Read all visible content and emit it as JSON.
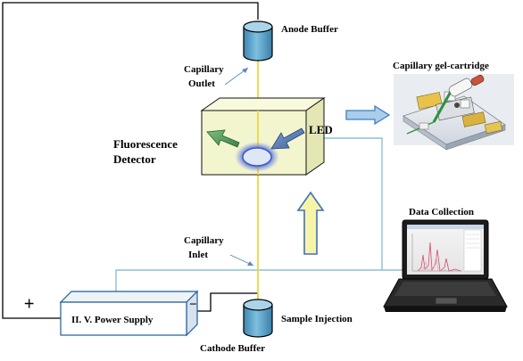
{
  "labels": {
    "anode_buffer": "Anode Buffer",
    "capillary_outlet_1": "Capillary",
    "capillary_outlet_2": "Outlet",
    "capillary_cartridge": "Capillary gel-cartridge",
    "led": "LED",
    "fluorescence_1": "Fluorescence",
    "fluorescence_2": "Detector",
    "data_collection": "Data Collection",
    "capillary_inlet_1": "Capillary",
    "capillary_inlet_2": "Inlet",
    "power_supply": "II. V. Power Supply",
    "sample_injection": "Sample Injection",
    "cathode_buffer": "Cathode Buffer",
    "plus_sign": "+",
    "minus_sign": "−"
  },
  "colors": {
    "capillary": "#e8d840",
    "cable": "#8cc0da",
    "buffer_fill": "#5aa3c8",
    "detector_fill": "#f3f5cf",
    "green_arrow": "#5e9e5e",
    "blue_arrow": "#5577aa",
    "yellow_arrow": "#f6f4a8",
    "outline_arrow": "#3f7fbf"
  }
}
